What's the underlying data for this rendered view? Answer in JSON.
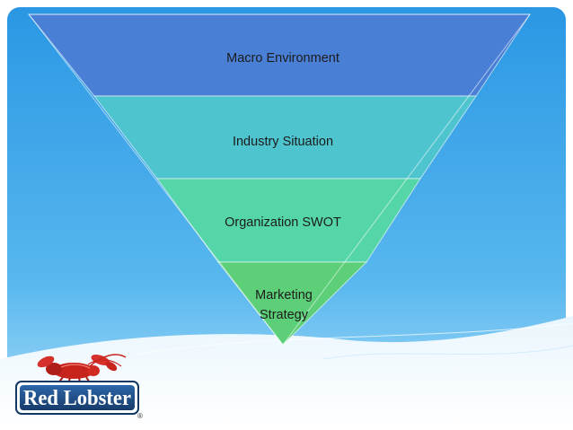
{
  "slide": {
    "levels": [
      {
        "label": "Macro Environment",
        "color": "#4a7fd6"
      },
      {
        "label": "Industry  Situation",
        "color": "#4ec4cf"
      },
      {
        "label": "Organization SWOT",
        "color": "#55d6a8"
      },
      {
        "label_line1": "Marketing",
        "label_line2": "Strategy",
        "color": "#5ccf78"
      }
    ],
    "background": {
      "top": "#2e9be6",
      "bottom": "#8dd2f7"
    },
    "logo": {
      "text": "Red Lobster",
      "registered": "®",
      "plate_color": "#1f4f8a"
    }
  }
}
